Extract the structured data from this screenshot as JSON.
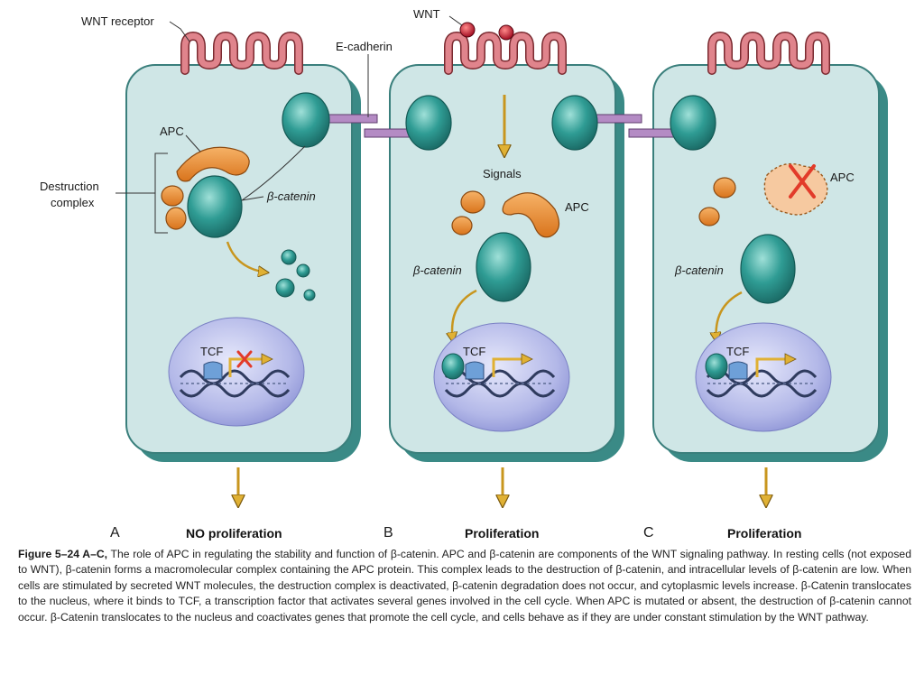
{
  "labels": {
    "wnt_receptor": "WNT receptor",
    "wnt": "WNT",
    "e_cadherin": "E-cadherin",
    "apc": "APC",
    "destruction_complex_line1": "Destruction",
    "destruction_complex_line2": "complex",
    "beta_catenin": "β-catenin",
    "signals": "Signals",
    "tcf": "TCF"
  },
  "panels": [
    {
      "letter": "A",
      "outcome": "NO proliferation"
    },
    {
      "letter": "B",
      "outcome": "Proliferation"
    },
    {
      "letter": "C",
      "outcome": "Proliferation"
    }
  ],
  "caption": {
    "figure_label": "Figure 5–24 A–C,",
    "text": " The role of APC in regulating the stability and function of β-catenin. APC and β-catenin are components of the WNT signaling pathway. In resting cells (not exposed to WNT), β-catenin forms a macromolecular complex containing the APC protein. This complex leads to the destruction of β-catenin, and intracellular levels of β-catenin are low. When cells are stimulated by secreted WNT molecules, the destruction complex is deactivated, β-catenin degradation does not occur, and cytoplasmic levels increase. β-Catenin translocates to the nucleus, where it binds to TCF, a transcription factor that activates several genes involved in the cell cycle. When APC is mutated or absent, the destruction of β-catenin cannot occur. β-Catenin translocates to the nucleus and coactivates genes that promote the cell cycle, and cells behave as if they are under constant stimulation by the WNT pathway."
  },
  "colors": {
    "cell_fill": "#cfe6e6",
    "cell_stroke": "#3a7f7c",
    "receptor": "#d9737d",
    "beta_catenin": "#2f9c94",
    "apc": "#e8862a",
    "nucleus": "#b3b8e8",
    "arrow": "#e0b134",
    "e_cadherin": "#b48bc4",
    "wnt": "#c0162c",
    "x_mark": "#e23b2a"
  }
}
